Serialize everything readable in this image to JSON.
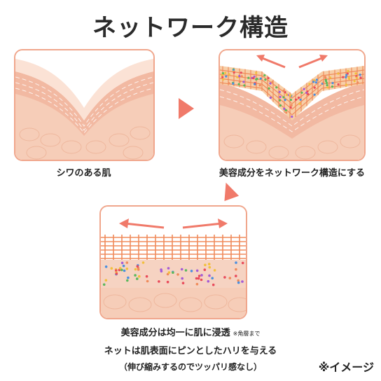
{
  "title": "ネットワーク構造",
  "panels": {
    "wrinkle_caption": "シワのある肌",
    "network_caption": "美容成分をネットワーク構造にする"
  },
  "bottom": {
    "line1": "美容成分は均一に肌に浸透",
    "line1_note": "※角層まで",
    "line2": "ネットは肌表面にピンとしたハリを与える",
    "line3": "（伸び縮みするのでツッパリ感なし）"
  },
  "image_note": "※イメージ",
  "colors": {
    "accent_arrow": "#f07a6a",
    "panel_border": "#f0a68c",
    "skin_light": "#fbe7dc",
    "skin_mid": "#f6cdb8",
    "skin_dark": "#f2b9a2",
    "net": "#f08b5b"
  }
}
